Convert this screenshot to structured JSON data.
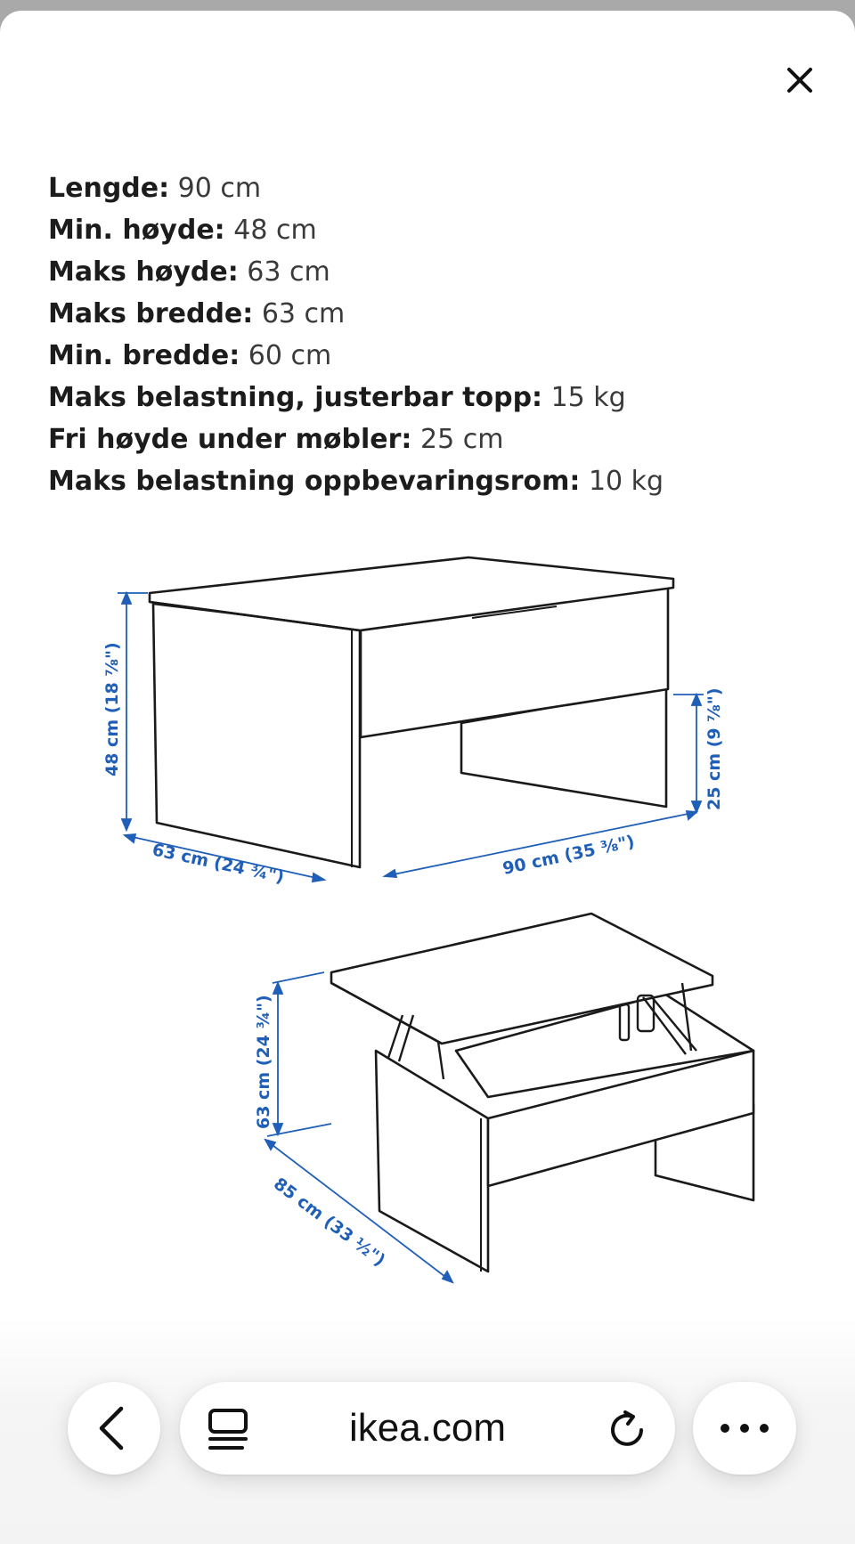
{
  "specs": [
    {
      "label": "Lengde:",
      "value": "90 cm"
    },
    {
      "label": "Min. høyde:",
      "value": "48 cm"
    },
    {
      "label": "Maks høyde:",
      "value": "63 cm"
    },
    {
      "label": "Maks bredde:",
      "value": "63 cm"
    },
    {
      "label": "Min. bredde:",
      "value": "60 cm"
    },
    {
      "label": "Maks belastning, justerbar topp:",
      "value": "15 kg"
    },
    {
      "label": "Fri høyde under møbler:",
      "value": "25 cm"
    },
    {
      "label": "Maks belastning oppbevaringsrom:",
      "value": "10 kg"
    }
  ],
  "diagram": {
    "closed_height": "48 cm (18 ⅞\")",
    "closed_depth": "63 cm (24 ¾\")",
    "closed_length": "90 cm (35 ⅜\")",
    "clearance": "25 cm (9 ⅞\")",
    "open_height": "63 cm (24 ¾\")",
    "open_depth": "85 cm (33 ½\")"
  },
  "browser": {
    "address": "ikea.com"
  },
  "icons": {
    "close": "close-icon",
    "back": "chevron-left-icon",
    "tabs": "tab-overview-icon",
    "reload": "reload-icon",
    "more": "more-dots-icon"
  },
  "colors": {
    "dimension": "#1f5fb8"
  }
}
